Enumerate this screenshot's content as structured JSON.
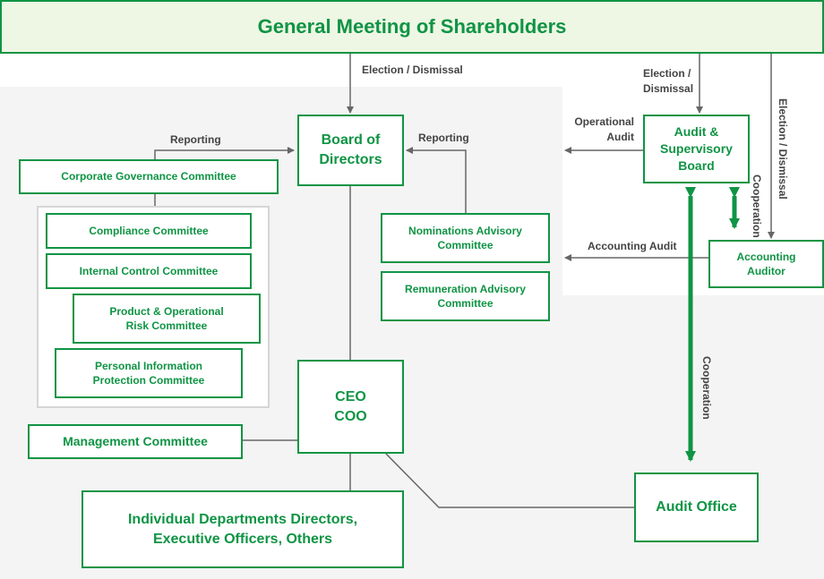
{
  "colors": {
    "accent": "#0f9444",
    "header_bg": "#eef6e4",
    "line": "#666666",
    "region_bg": "#f4f4f4"
  },
  "boxes": {
    "shareholders": "General Meeting of Shareholders",
    "board": "Board of\nDirectors",
    "audit_board": "Audit &\nSupervisory\nBoard",
    "accounting_auditor": "Accounting\nAuditor",
    "corporate_governance": "Corporate Governance Committee",
    "compliance": "Compliance Committee",
    "internal_control": "Internal Control Committee",
    "product_risk": "Product & Operational\nRisk Committee",
    "personal_info": "Personal Information\nProtection Committee",
    "nominations": "Nominations Advisory\nCommittee",
    "remuneration": "Remuneration Advisory\nCommittee",
    "ceo_coo": "CEO\nCOO",
    "management": "Management Committee",
    "departments": "Individual Departments Directors,\nExecutive Officers, Others",
    "audit_office": "Audit Office"
  },
  "labels": {
    "election_board": "Election / Dismissal",
    "election_audit": "Election /\nDismissal",
    "election_accounting": "Election / Dismissal",
    "reporting_left": "Reporting",
    "reporting_right": "Reporting",
    "operational_audit": "Operational\nAudit",
    "accounting_audit": "Accounting Audit",
    "cooperation_small": "Cooperation",
    "cooperation_large": "Cooperation"
  }
}
